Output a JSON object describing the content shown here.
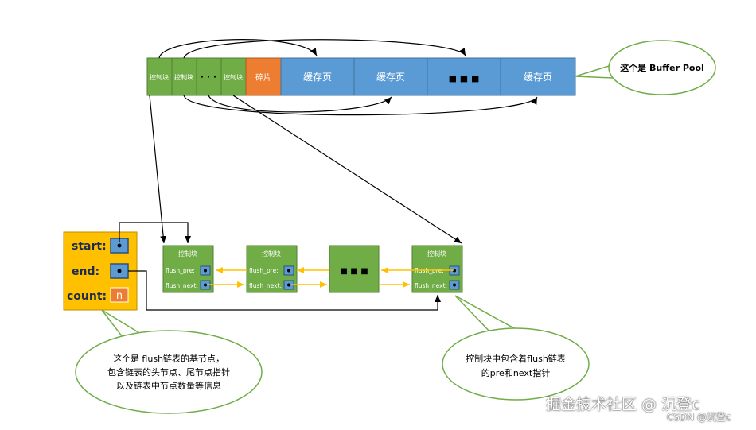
{
  "buffer_pool": {
    "control_label": "控制块",
    "ellipsis": "· · ·",
    "fragment_label": "碎片",
    "cache_page_label": "缓存页",
    "big_ellipsis": "■ ■ ■"
  },
  "callouts": {
    "buffer_pool_note": "这个是 Buffer Pool",
    "base_node_note": [
      "这个是 flush链表的基节点，",
      "包含链表的头节点、尾节点指针",
      "以及链表中节点数量等信息"
    ],
    "control_note": [
      "控制块中包含着flush链表",
      "的pre和next指针"
    ]
  },
  "base_node": {
    "start_label": "start:",
    "end_label": "end:",
    "count_label": "count:",
    "count_value": "n"
  },
  "flush_nodes": {
    "title": "控制块",
    "pre_label": "flush_pre:",
    "next_label": "flush_next:",
    "ellipsis": "■ ■ ■"
  },
  "watermark": {
    "main": "掘金技术社区 @ 沉登c",
    "sub": "CSDN @沉登c"
  },
  "colors": {
    "green": "#70ad47",
    "green_border": "#507e32",
    "blue": "#5b9bd5",
    "blue_border": "#41719c",
    "orange": "#ed7d31",
    "base_node": "#ffc000",
    "base_border": "#bc8c00",
    "pointer_arrow": "#ffc000",
    "callout_border": "#70ad47"
  }
}
